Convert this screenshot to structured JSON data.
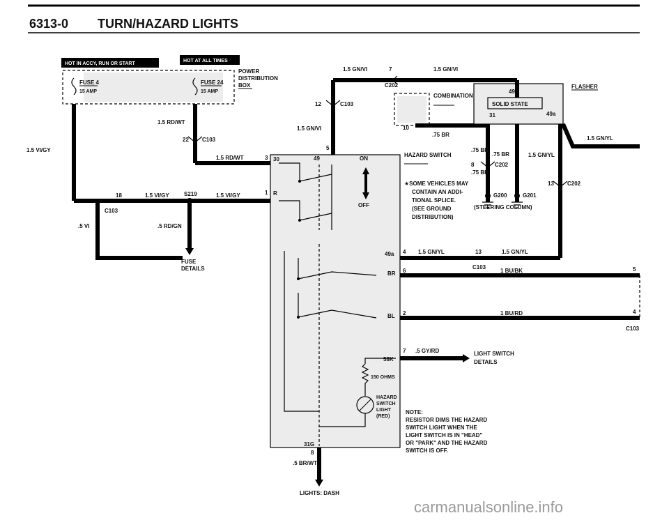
{
  "header": {
    "section_number": "6313-0",
    "title": "TURN/HAZARD LIGHTS"
  },
  "power_banners": {
    "left": "HOT IN ACCY, RUN OR START",
    "right": "HOT AT ALL TIMES"
  },
  "distribution_box": {
    "label_lines": [
      "POWER",
      "DISTRIBUTION",
      "BOX"
    ],
    "fuse_left_name": "FUSE 4",
    "fuse_left_rating": "15 AMP",
    "fuse_right_name": "FUSE 24",
    "fuse_right_rating": "15 AMP"
  },
  "wire_labels": {
    "rd_wt_upper": "1.5 RD/WT",
    "rd_wt_lower": "1.5 RD/WT",
    "vi_gy_left": "1.5 VI/GY",
    "vi_gy_mid": "1.5 VI/GY",
    "vi_gy_right": "1.5 VI/GY",
    "vi_small": ".5 VI",
    "rd_gn": ".5 RD/GN",
    "gn_vi_top_left": "1.5 GN/VI",
    "gn_vi_top_right": "1.5 GN/VI",
    "gn_vi_vertical": "1.5 GN/VI",
    "br_1": ".75 BR",
    "br_2": ".75 BR",
    "br_3": ".75 BR",
    "br_4": ".75 BR",
    "gn_yl_right": "1.5 GN/YL",
    "gn_yl_mid": "1.5 GN/YL",
    "gn_yl_bus_left": "1.5 GN/YL",
    "gn_yl_bus_right": "1.5 GN/YL",
    "bu_bk": "1 BU/BK",
    "bu_rd": "1 BU/RD",
    "gy_rd": ".5 GY/RD",
    "br_wt": ".5 BR/WT"
  },
  "connectors": {
    "c103": "C103",
    "c202": "C202",
    "s219": "S219",
    "g200": "G200",
    "g201": "G201"
  },
  "pin_numbers": {
    "p22": "22",
    "p3": "3",
    "p30": "30",
    "p18": "18",
    "p1": "1",
    "pR": "R",
    "p12": "12",
    "p5": "5",
    "p7": "7",
    "p10": "10",
    "p49": "49",
    "p49a": "49a",
    "p31": "31",
    "p8": "8",
    "p13": "13",
    "p4": "4",
    "p6": "6",
    "p2": "2",
    "p7b": "7",
    "p5b": "5",
    "p4b": "4",
    "p8b": "8"
  },
  "hazard_switch": {
    "label": "HAZARD SWITCH",
    "on": "ON",
    "off": "OFF",
    "term_49": "49",
    "term_49a": "49a",
    "term_br": "BR",
    "term_bl": "BL",
    "term_58k": "58K",
    "term_31g": "31G",
    "resistor": "150 OHMS",
    "lamp_lines": [
      "HAZARD",
      "SWITCH",
      "LIGHT",
      "(RED)"
    ]
  },
  "combination_switch": "COMBINATION SWITCH",
  "flasher": {
    "label": "FLASHER",
    "inner": "SOLID STATE",
    "t49": "49",
    "t49a": "49a",
    "t31": "31"
  },
  "ground_note": [
    "★SOME VEHICLES MAY",
    "CONTAIN AN ADDI-",
    "TIONAL SPLICE.",
    "(SEE GROUND",
    "DISTRIBUTION)"
  ],
  "steering_column": "(STEERING COLUMN)",
  "fuse_details": [
    "FUSE",
    "DETAILS"
  ],
  "light_switch_details": [
    "LIGHT SWITCH",
    "DETAILS"
  ],
  "lights_dash": "LIGHTS: DASH",
  "note": [
    "NOTE:",
    "RESISTOR DIMS THE HAZARD",
    "SWITCH LIGHT WHEN THE",
    "LIGHT SWITCH IS IN \"HEAD\"",
    "OR \"PARK\" AND THE HAZARD",
    "SWITCH IS OFF."
  ],
  "watermark": "carmanualsonline.info"
}
